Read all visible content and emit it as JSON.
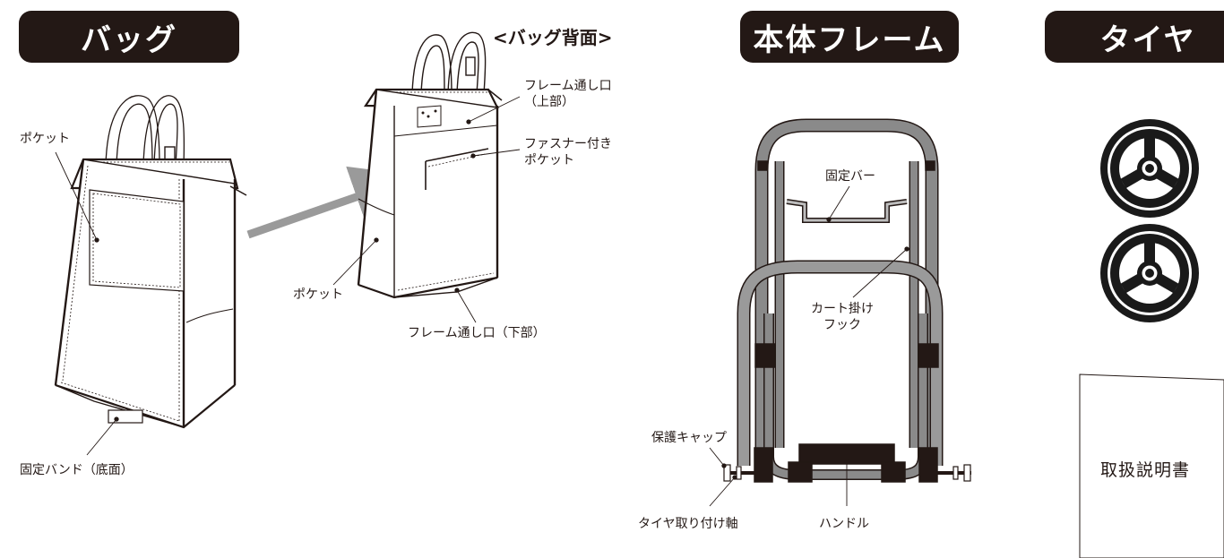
{
  "sections": {
    "bag": "バッグ",
    "frame": "本体フレーム",
    "tire": "タイヤ"
  },
  "bag_back_title": "<バッグ背面>",
  "labels": {
    "pocket_front": "ポケット",
    "fixing_band": "固定バンド（底面）",
    "frame_slot_top": "フレーム通し口\n（上部）",
    "zipper_pocket": "ファスナー付き\nポケット",
    "pocket_back": "ポケット",
    "frame_slot_bottom": "フレーム通し口（下部）",
    "fixing_bar": "固定バー",
    "cart_hook": "カート掛け\nフック",
    "protective_cap": "保護キャップ",
    "tire_axle": "タイヤ取り付け軸",
    "handle": "ハンドル",
    "manual": "取扱説明書"
  },
  "colors": {
    "ink": "#231815",
    "arrow": "#9a9a9a",
    "frame_fill": "#6b6b6b",
    "tire": "#1a1a1a"
  }
}
